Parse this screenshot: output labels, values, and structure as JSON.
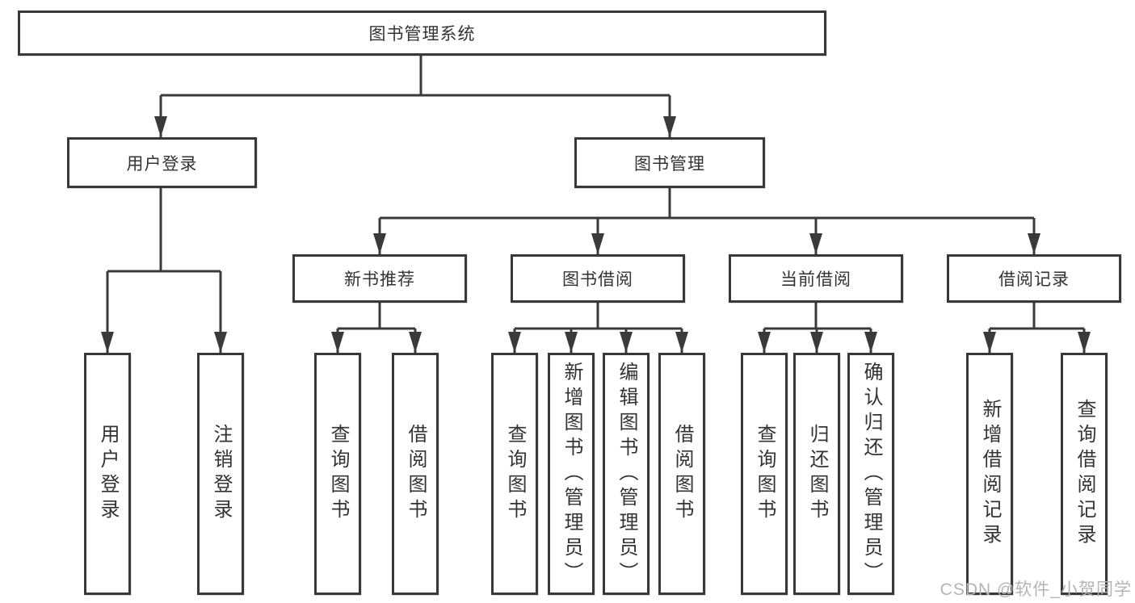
{
  "nodes": {
    "root": "图书管理系统",
    "level2": [
      "用户登录",
      "图书管理"
    ],
    "level3": [
      "新书推荐",
      "图书借阅",
      "当前借阅",
      "借阅记录"
    ],
    "leaves": [
      [
        "用户登录",
        "注销登录"
      ],
      [
        "查询图书",
        "借阅图书"
      ],
      [
        "查询图书",
        "新增图书（管理员）",
        "编辑图书（管理员）",
        "借阅图书"
      ],
      [
        "查询图书",
        "归还图书",
        "确认归还（管理员）"
      ],
      [
        "新增借阅记录",
        "查询借阅记录"
      ]
    ]
  },
  "watermark": "CSDN @软件_小贺同学",
  "colors": {
    "line": "#3a3a3a",
    "box-border": "#383838",
    "text": "#333333",
    "watermark": "#b4b4b4",
    "background": "#ffffff"
  }
}
